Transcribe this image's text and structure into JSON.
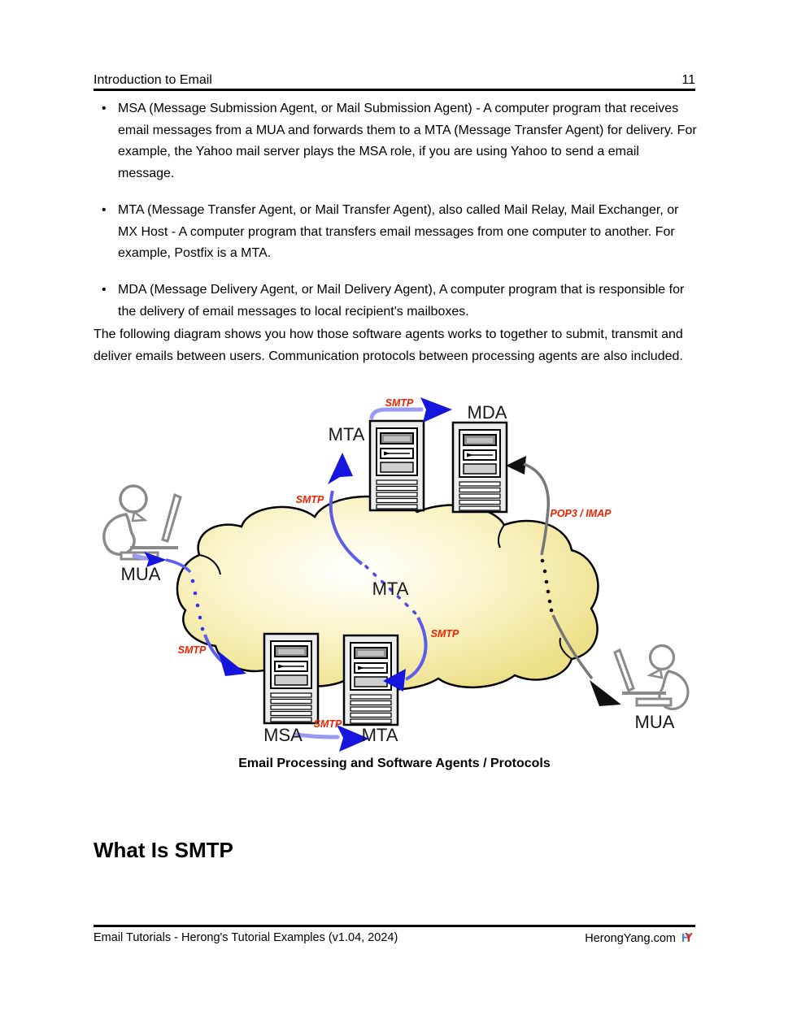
{
  "header": {
    "title": "Introduction to Email",
    "page_number": "11"
  },
  "bullets": [
    {
      "text": "MSA (Message Submission Agent, or Mail Submission Agent) - A computer program that receives email messages from a MUA and forwards them to a MTA (Message Transfer Agent) for delivery. For example, the Yahoo mail server plays the MSA role, if you are using Yahoo to send a email message."
    },
    {
      "text": "MTA (Message Transfer Agent, or Mail Transfer Agent), also called Mail Relay, Mail Exchanger, or MX Host - A computer program that transfers email messages from one computer to another. For example, Postfix is a MTA."
    },
    {
      "text": "MDA (Message Delivery Agent, or Mail Delivery Agent), A computer program that is responsible for the delivery of email messages to local recipient's mailboxes."
    }
  ],
  "intro_paragraph": "The following diagram shows you how those software agents works to together to submit, transmit and deliver emails between users. Communication protocols between processing agents are also included.",
  "diagram": {
    "caption": "Email Processing and Software Agents / Protocols",
    "labels": {
      "mua": "MUA",
      "msa": "MSA",
      "mta": "MTA",
      "mda": "MDA",
      "smtp": "SMTP",
      "pop3_imap": "POP3 / IMAP"
    },
    "colors": {
      "arrow_blue": "#1515dd",
      "shaft_light_blue": "#9a9af0",
      "curve_blue": "#5c5cee",
      "protocol_red": "#ee2200",
      "cloud_edge_yellow": "#ecdf86",
      "gray_line": "#777777"
    }
  },
  "section_heading": "What Is SMTP",
  "footer": {
    "left": "Email Tutorials - Herong's Tutorial Examples (v1.04, 2024)",
    "right": "HerongYang.com",
    "logo_h": "H",
    "logo_y": "Y"
  }
}
